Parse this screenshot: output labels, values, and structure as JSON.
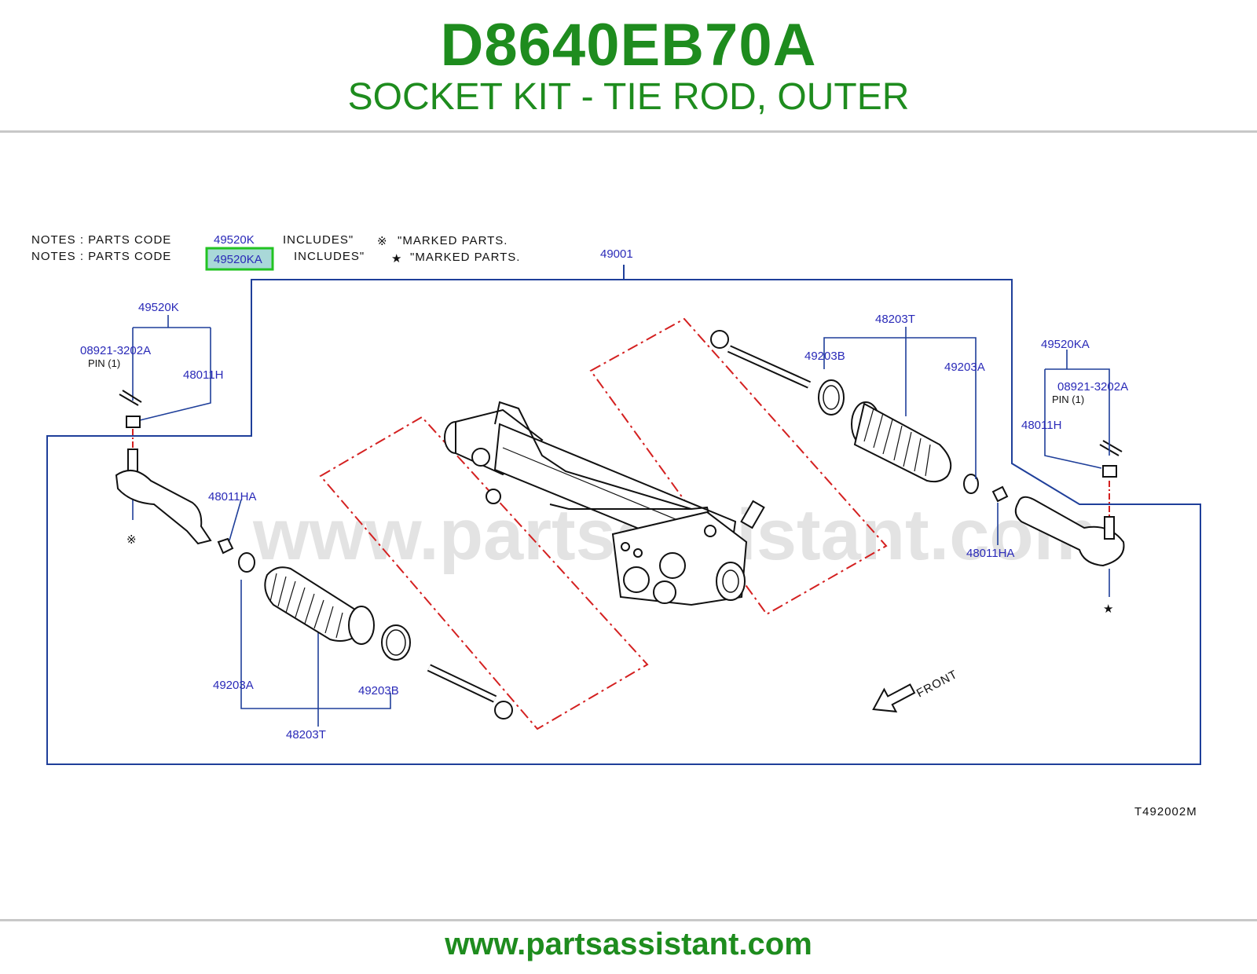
{
  "header": {
    "part_number": "D8640EB70A",
    "description": "SOCKET KIT - TIE ROD, OUTER"
  },
  "notes": [
    {
      "prefix": "NOTES   :   PARTS   CODE",
      "code": "49520K",
      "suffix": "INCLUDES\"",
      "mark": "※",
      "marked": "\"MARKED   PARTS."
    },
    {
      "prefix": "NOTES   :   PARTS   CODE",
      "code": "49520KA",
      "suffix": "INCLUDES\"",
      "mark": "★",
      "marked": "\"MARKED   PARTS."
    }
  ],
  "callouts": {
    "assembly": "49001",
    "kit_left": "49520K",
    "pin_left": "08921-3202A",
    "pin_left_note": "PIN    (1)",
    "nut_left": "48011H",
    "nut_left_lower": "48011HA",
    "clamp_a_left": "49203A",
    "clamp_b_left": "49203B",
    "boot_left": "48203T",
    "boot_right": "48203T",
    "clamp_b_right": "49203B",
    "clamp_a_right": "49203A",
    "kit_right": "49520KA",
    "pin_right": "08921-3202A",
    "pin_right_note": "PIN         (1)",
    "nut_right": "48011H",
    "nut_right_lower": "48011HA"
  },
  "marks": {
    "left_end": "※",
    "right_end": "★"
  },
  "front_label": "FRONT",
  "diagram_code": "T492002M",
  "watermark": "www.partsassistant.com",
  "footer": {
    "url": "www.partsassistant.com"
  },
  "colors": {
    "brand_green": "#1e8c1e",
    "callout_blue": "#2a2ab8",
    "leader_line": "#1f3f9a",
    "dash_red": "#d42020",
    "highlight": "#22c322"
  }
}
